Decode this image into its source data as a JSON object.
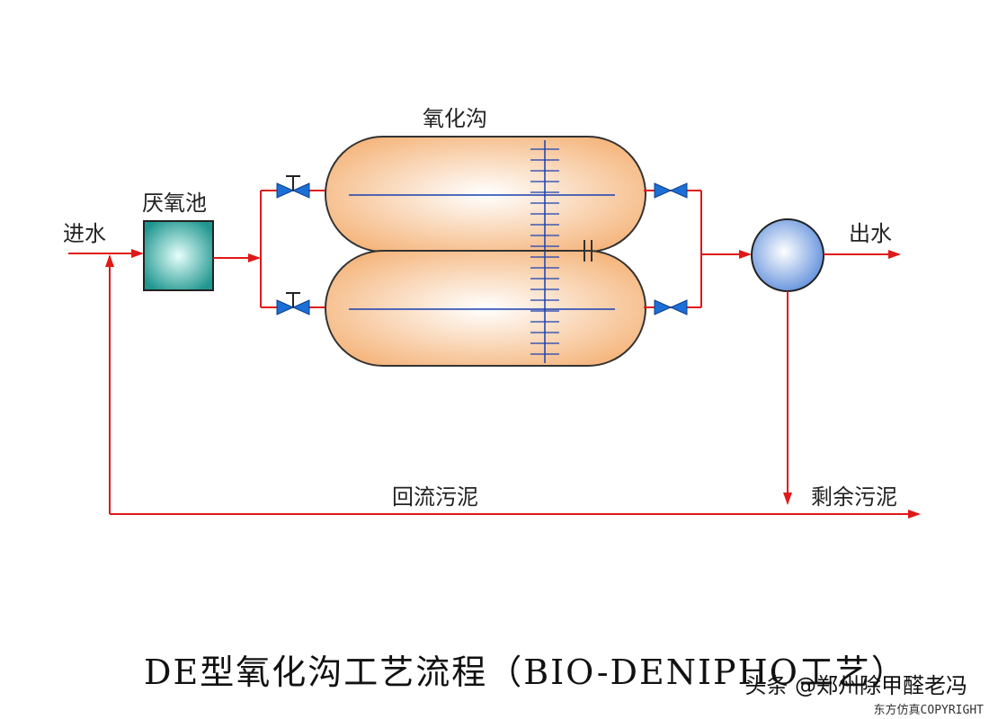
{
  "colors": {
    "flow_line": "#e01818",
    "valve": "#1b6fd6",
    "ditch_fill": "#f7c79a",
    "ditch_stroke": "#333333",
    "center_line": "#1a3fb0",
    "anoxic_tank": "#2fa8a0",
    "clarifier": "#6f9be0"
  },
  "labels": {
    "inflow": "进水",
    "anaerobic_tank": "厌氧池",
    "oxidation_ditch": "氧化沟",
    "outflow": "出水",
    "return_sludge": "回流污泥",
    "excess_sludge": "剩余污泥"
  },
  "title": "DE型氧化沟工艺流程（BIO-DENIPHO工艺）",
  "watermark": "头条 @郑州除甲醛老冯",
  "copyright": "东方仿真COPYRIGHT",
  "icons": [
    "gate-valve-icon",
    "flow-arrow-icon",
    "anaerobic-tank-icon",
    "clarifier-icon",
    "oxidation-ditch-icon"
  ]
}
